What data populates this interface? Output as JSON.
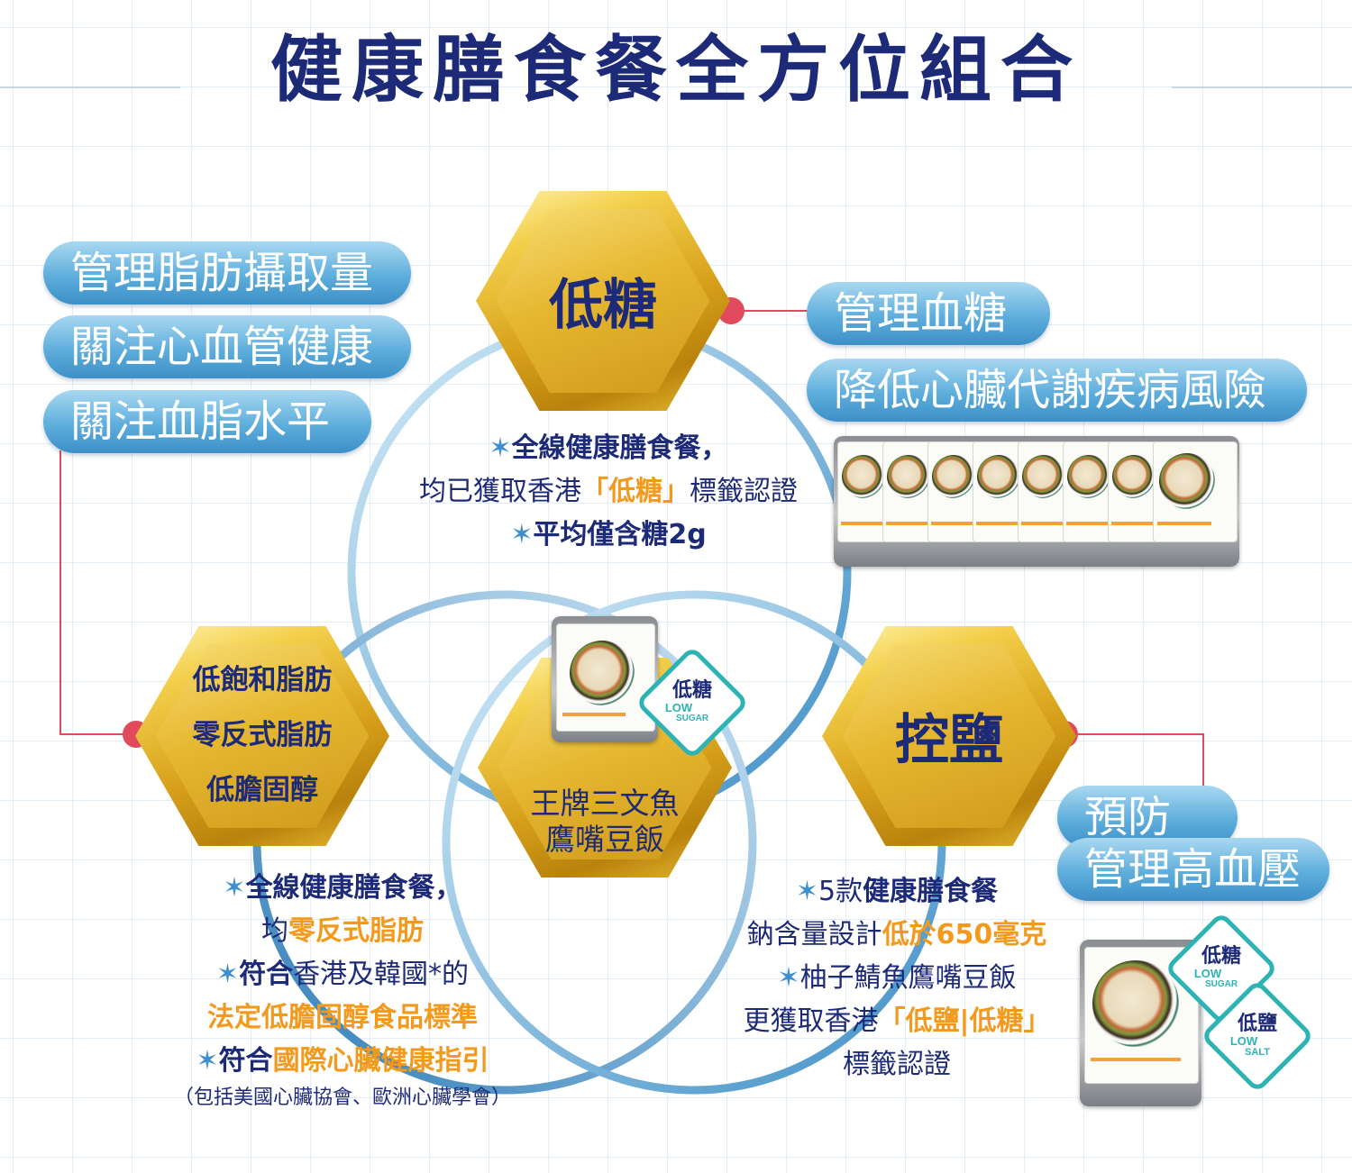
{
  "title": "健康膳食餐全方位組合",
  "hexagons": {
    "low_sugar": "低糖",
    "fat": [
      "低飽和脂肪",
      "零反式脂肪",
      "低膽固醇"
    ],
    "salt": "控鹽",
    "dish": [
      "王牌三文魚",
      "鷹嘴豆飯"
    ]
  },
  "pills": {
    "left": [
      "管理脂肪攝取量",
      "關注心血管健康",
      "關注血脂水平"
    ],
    "right_top": [
      "管理血糖",
      "降低心臟代謝疾病風險"
    ],
    "right_bottom": [
      "預防及",
      "管理高血壓"
    ]
  },
  "sugar_text": {
    "line1": "全線健康膳食餐，",
    "line2_a": "均已獲取香港",
    "line2_b": "「低糖」",
    "line2_c": "標籤認證",
    "line3": "平均僅含糖2g"
  },
  "fat_text": {
    "line1": "全線健康膳食餐，",
    "line2_a": "均",
    "line2_b": "零反式脂肪",
    "line3_a": "符合",
    "line3_b": "香港及韓國*的",
    "line4": "法定低膽固醇食品標準",
    "line5_a": "符合",
    "line5_b": "國際心臟健康指引",
    "line6": "（包括美國心臟協會、歐洲心臟學會）"
  },
  "salt_text": {
    "line1_a": "5款",
    "line1_b": "健康膳食餐",
    "line2_a": "鈉含量設計",
    "line2_b": "低於650毫克",
    "line3": "柚子鯖魚鷹嘴豆飯",
    "line4_a": "更獲取香港",
    "line4_b": "「低鹽|低糖」",
    "line5": "標籤認證"
  },
  "badges": {
    "sugar_cn": "低糖",
    "sugar_en_top": "LOW",
    "sugar_en_bottom": "SUGAR",
    "salt_cn": "低鹽",
    "salt_en_top": "LOW",
    "salt_en_bottom": "SALT"
  },
  "colors": {
    "navy": "#1d2a78",
    "orange": "#f29a1d",
    "pill_blue": "#5eaedc",
    "connector_red": "#e04a5c",
    "badge_teal": "#2db3b3"
  }
}
